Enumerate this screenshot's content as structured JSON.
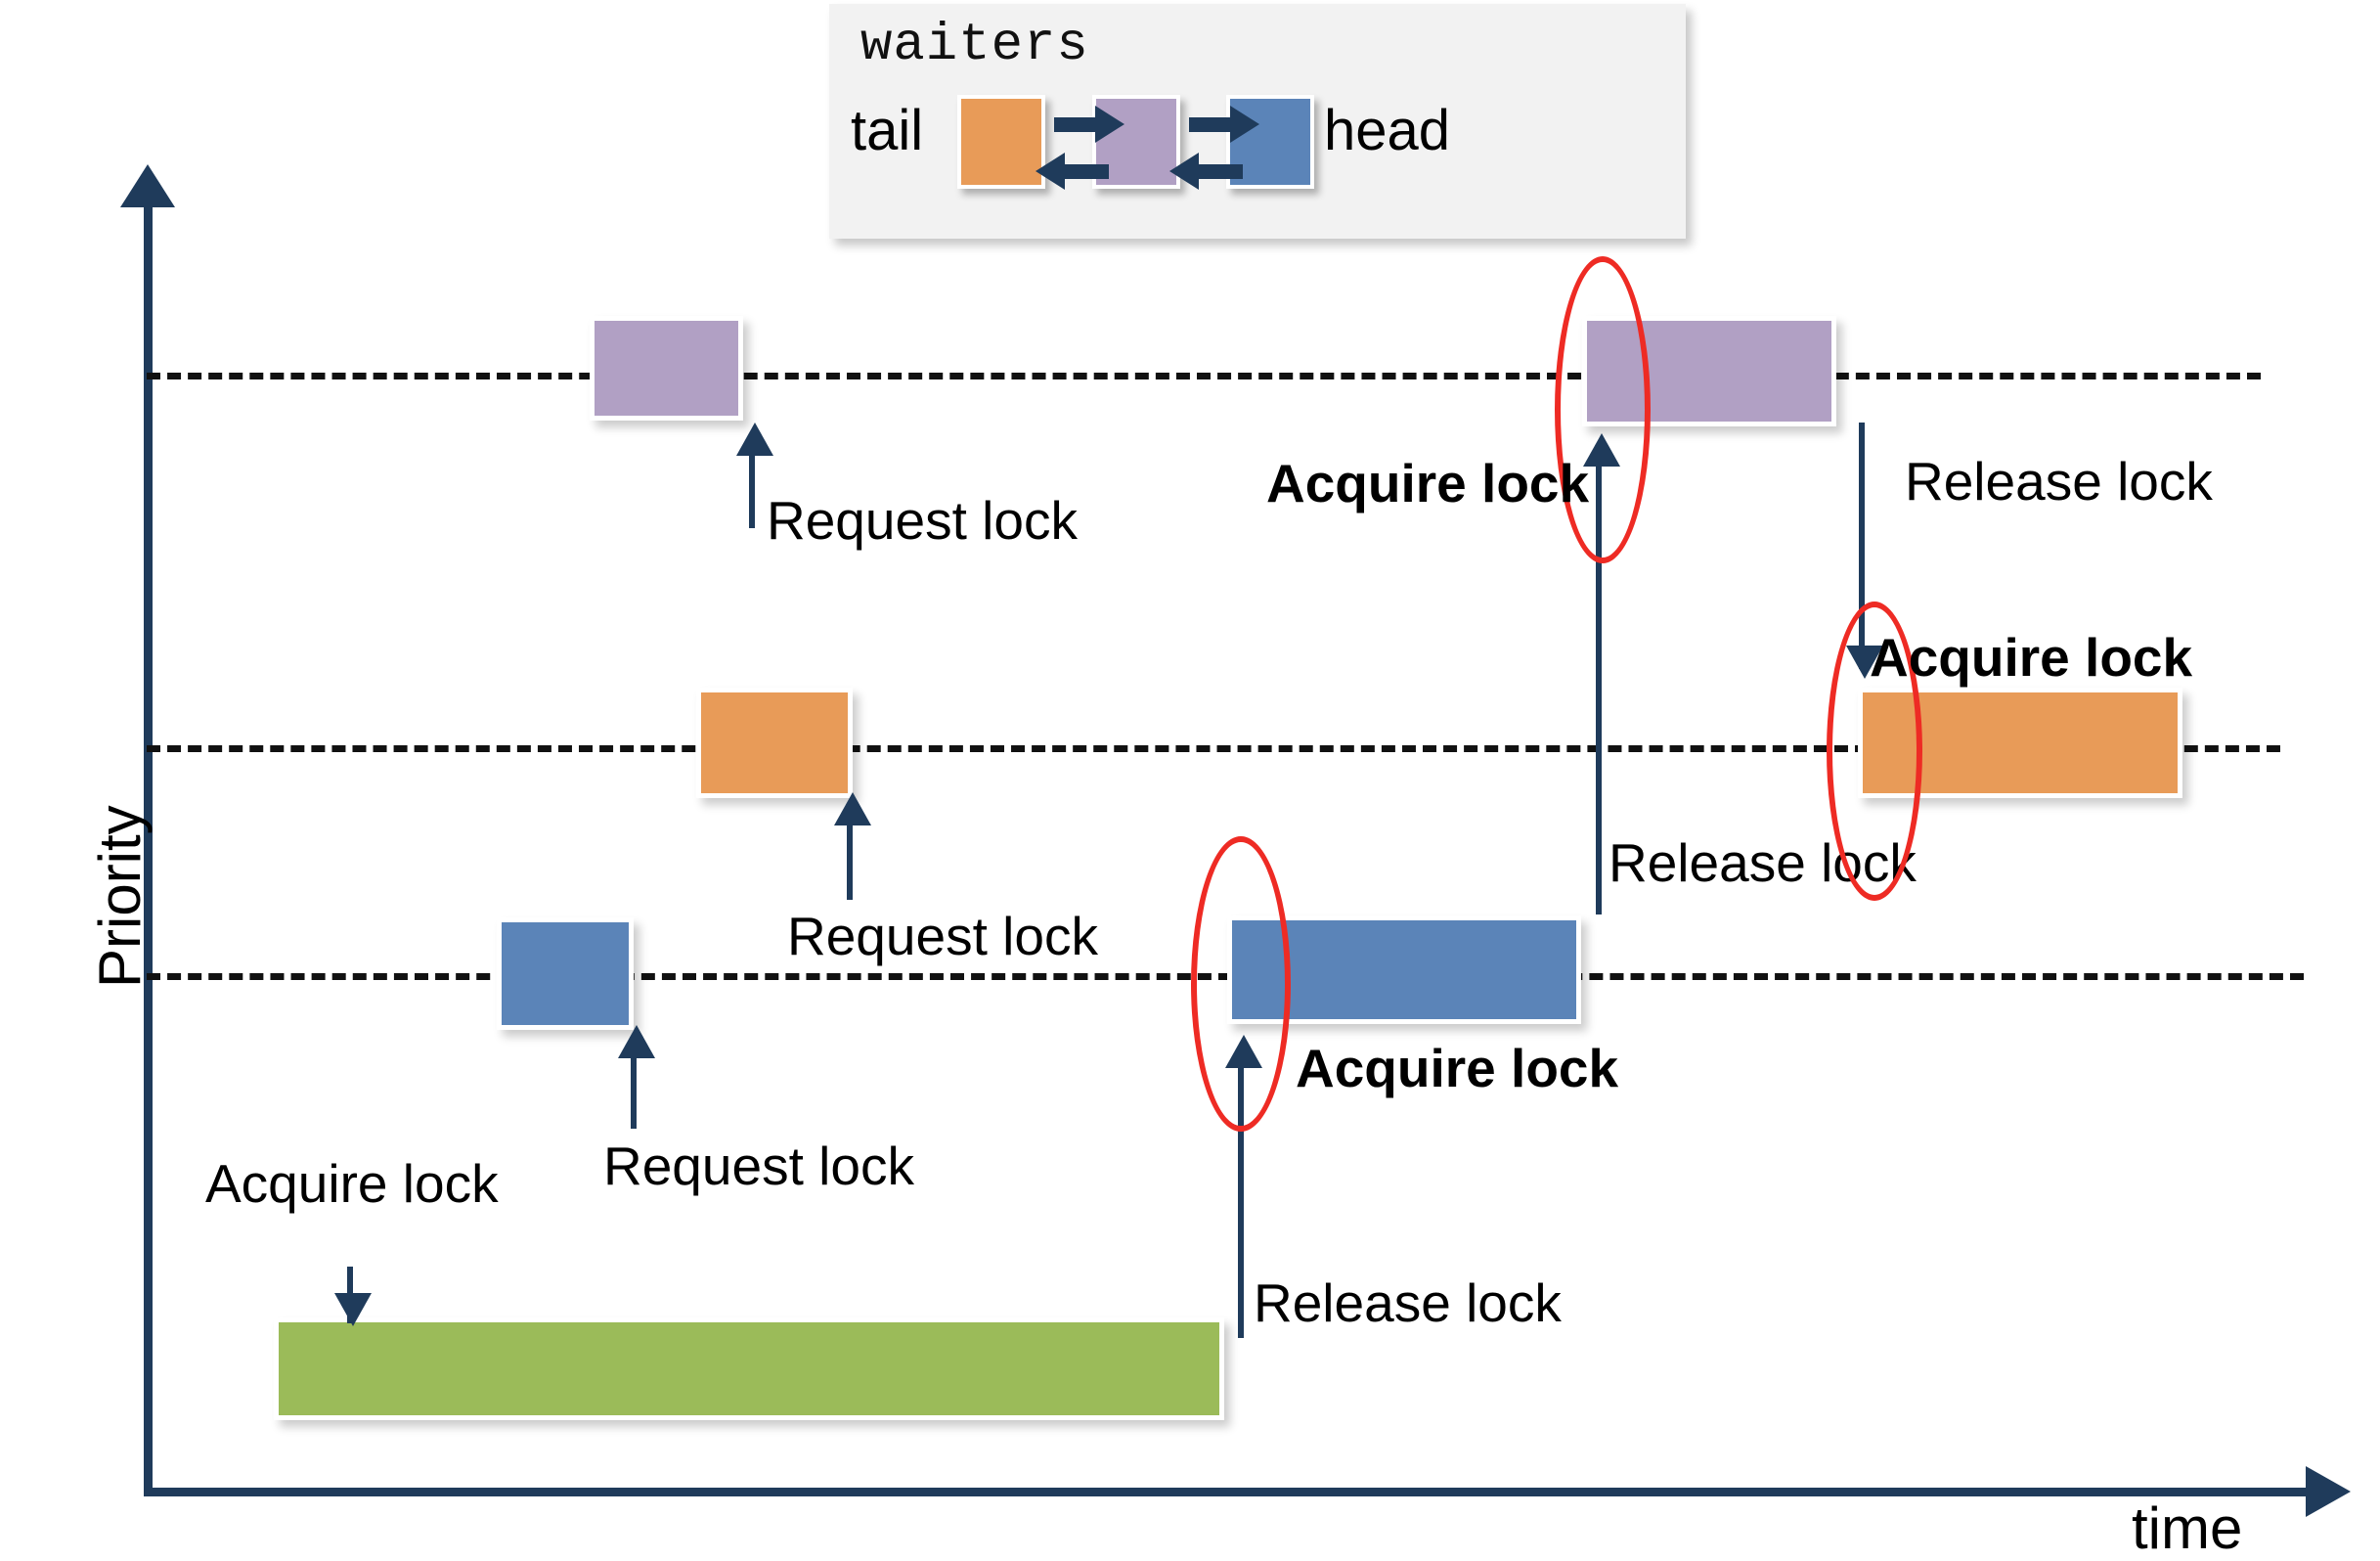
{
  "figure": {
    "type": "timeline-diagram",
    "title_text": "waiters"
  },
  "waiters_panel": {
    "title": "waiters",
    "tail_label": "tail",
    "head_label": "head",
    "nodes": [
      {
        "name": "tail-node",
        "color": "#E89B58"
      },
      {
        "name": "middle-node",
        "color": "#B1A0C4"
      },
      {
        "name": "head-node",
        "color": "#5B84B8"
      }
    ],
    "arrow_color": "#1F3B5B"
  },
  "axes": {
    "y_label": "Priority",
    "x_label": "time",
    "axis_color": "#1F3B5B",
    "priority_levels": [
      {
        "name": "high-priority-level"
      },
      {
        "name": "medium-priority-level"
      },
      {
        "name": "low-priority-level"
      }
    ]
  },
  "colors": {
    "orange": "#E89B58",
    "purple": "#B1A0C4",
    "blue": "#5B84B8",
    "green": "#9BBB59",
    "navy": "#1F3B5B",
    "red": "#ee2b24",
    "panel_bg": "#f2f2f2"
  },
  "bars": [
    {
      "name": "purple-bar-request",
      "color": "#B1A0C4",
      "level": "high"
    },
    {
      "name": "purple-bar-acquired",
      "color": "#B1A0C4",
      "level": "high"
    },
    {
      "name": "orange-bar-request",
      "color": "#E89B58",
      "level": "medium"
    },
    {
      "name": "orange-bar-acquired",
      "color": "#E89B58",
      "level": "medium"
    },
    {
      "name": "blue-bar-request",
      "color": "#5B84B8",
      "level": "low"
    },
    {
      "name": "blue-bar-acquired",
      "color": "#5B84B8",
      "level": "low"
    },
    {
      "name": "green-bar-holder",
      "color": "#9BBB59",
      "level": "lowest"
    }
  ],
  "annotations": {
    "request_lock_purple": "Request lock",
    "request_lock_orange": "Request lock",
    "request_lock_blue": "Request lock",
    "acquire_lock_green": "Acquire lock",
    "release_lock_green": "Release lock",
    "acquire_lock_blue": "Acquire lock",
    "release_lock_blue": "Release lock",
    "acquire_lock_purple": "Acquire lock",
    "release_lock_purple": "Release lock",
    "acquire_lock_orange": "Acquire lock"
  }
}
